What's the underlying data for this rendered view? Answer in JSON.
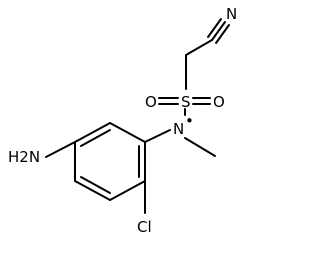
{
  "molecule": {
    "atoms": {
      "amine": "H2N",
      "nitrogen": "N",
      "radical_dot": "•",
      "sulfur": "S",
      "oxygen_top": "O",
      "oxygen_bottom": "O",
      "chlorine": "Cl",
      "nitrile": "N"
    }
  }
}
